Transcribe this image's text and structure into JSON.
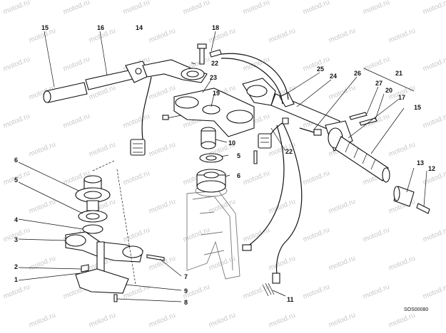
{
  "diagram": {
    "code": "SOS00080",
    "watermark": "motod.ru",
    "callouts": [
      {
        "id": "c15a",
        "text": "15"
      },
      {
        "id": "c16",
        "text": "16"
      },
      {
        "id": "c14",
        "text": "14"
      },
      {
        "id": "c18",
        "text": "18"
      },
      {
        "id": "c22a",
        "text": "22"
      },
      {
        "id": "c23",
        "text": "23"
      },
      {
        "id": "c19",
        "text": "19"
      },
      {
        "id": "c10",
        "text": "10"
      },
      {
        "id": "c5b",
        "text": "5"
      },
      {
        "id": "c6b",
        "text": "6"
      },
      {
        "id": "c22b",
        "text": "22"
      },
      {
        "id": "c25",
        "text": "25"
      },
      {
        "id": "c24",
        "text": "24"
      },
      {
        "id": "c26",
        "text": "26"
      },
      {
        "id": "c21",
        "text": "21"
      },
      {
        "id": "c27",
        "text": "27"
      },
      {
        "id": "c20",
        "text": "20"
      },
      {
        "id": "c17",
        "text": "17"
      },
      {
        "id": "c15b",
        "text": "15"
      },
      {
        "id": "c13",
        "text": "13"
      },
      {
        "id": "c12",
        "text": "12"
      },
      {
        "id": "c6a",
        "text": "6"
      },
      {
        "id": "c5a",
        "text": "5"
      },
      {
        "id": "c4",
        "text": "4"
      },
      {
        "id": "c3",
        "text": "3"
      },
      {
        "id": "c2",
        "text": "2"
      },
      {
        "id": "c1",
        "text": "1"
      },
      {
        "id": "c7",
        "text": "7"
      },
      {
        "id": "c9",
        "text": "9"
      },
      {
        "id": "c8",
        "text": "8"
      },
      {
        "id": "c11",
        "text": "11"
      }
    ]
  }
}
